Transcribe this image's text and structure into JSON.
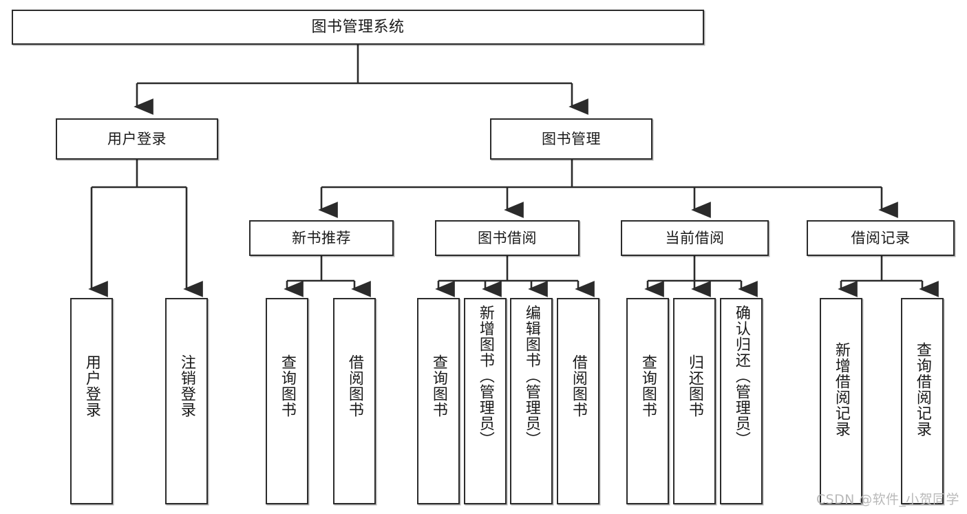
{
  "diagram": {
    "title": "图书管理系统",
    "type": "hierarchy-tree",
    "watermark": "CSDN @软件_小贺同学",
    "colors": {
      "border": "#2b2b2b",
      "background": "#ffffff",
      "text": "#1a1a1a",
      "watermark": "#b9b9b9"
    },
    "root": {
      "label": "图书管理系统"
    },
    "level2": [
      {
        "label": "用户登录"
      },
      {
        "label": "图书管理"
      }
    ],
    "level3": [
      {
        "label": "新书推荐"
      },
      {
        "label": "图书借阅"
      },
      {
        "label": "当前借阅"
      },
      {
        "label": "借阅记录"
      }
    ],
    "leaves": {
      "user_login": [
        {
          "label": "用户登录"
        },
        {
          "label": "注销登录"
        }
      ],
      "new_book_recommend": [
        {
          "label": "查询图书"
        },
        {
          "label": "借阅图书"
        }
      ],
      "book_borrow": [
        {
          "label": "查询图书"
        },
        {
          "label": "新增图书（管理员）"
        },
        {
          "label": "编辑图书（管理员）"
        },
        {
          "label": "借阅图书"
        }
      ],
      "current_borrow": [
        {
          "label": "查询图书"
        },
        {
          "label": "归还图书"
        },
        {
          "label": "确认归还（管理员）"
        }
      ],
      "borrow_record": [
        {
          "label": "新增借阅记录"
        },
        {
          "label": "查询借阅记录"
        }
      ]
    }
  }
}
